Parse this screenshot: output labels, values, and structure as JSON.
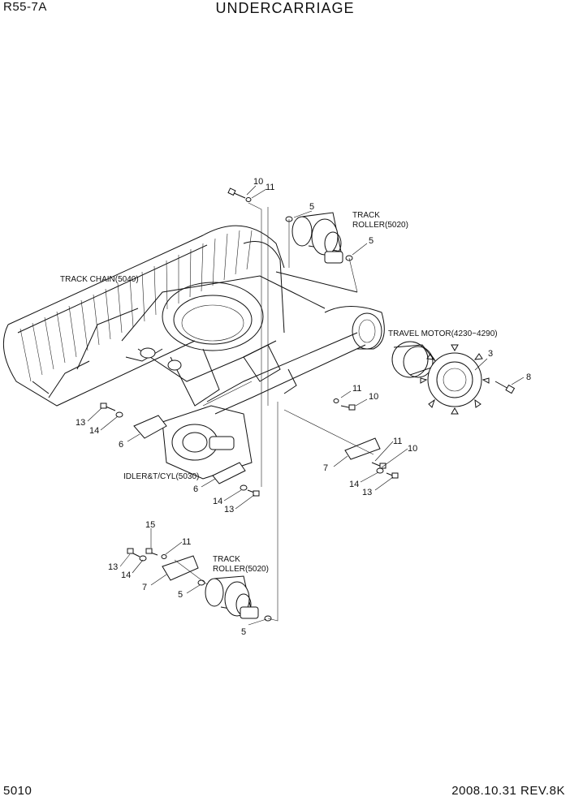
{
  "header": {
    "model": "R55-7A",
    "title": "UNDERCARRIAGE"
  },
  "footer": {
    "page_number": "5010",
    "revision": "2008.10.31  REV.8K"
  },
  "labels": {
    "track_chain": "TRACK CHAIN(5040)",
    "track_roller_top_1": "TRACK",
    "track_roller_top_2": "ROLLER(5020)",
    "travel_motor": "TRAVEL MOTOR(4230~4290)",
    "idler": "IDLER&T/CYL(5030)",
    "track_roller_bottom_1": "TRACK",
    "track_roller_bottom_2": "ROLLER(5020)"
  },
  "callouts": {
    "c10_top": "10",
    "c11_top": "11",
    "c5_a": "5",
    "c5_b": "5",
    "c3": "3",
    "c8": "8",
    "c11_mid": "11",
    "c10_mid": "10",
    "c13_a": "13",
    "c14_a": "14",
    "c6_a": "6",
    "c6_b": "6",
    "c14_b": "14",
    "c13_b": "13",
    "c11_r": "11",
    "c10_r": "10",
    "c7_r": "7",
    "c14_r": "14",
    "c13_r": "13",
    "c15": "15",
    "c11_bl": "11",
    "c13_bl": "13",
    "c14_bl": "14",
    "c7_bl": "7",
    "c5_bl": "5",
    "c5_bot": "5"
  }
}
